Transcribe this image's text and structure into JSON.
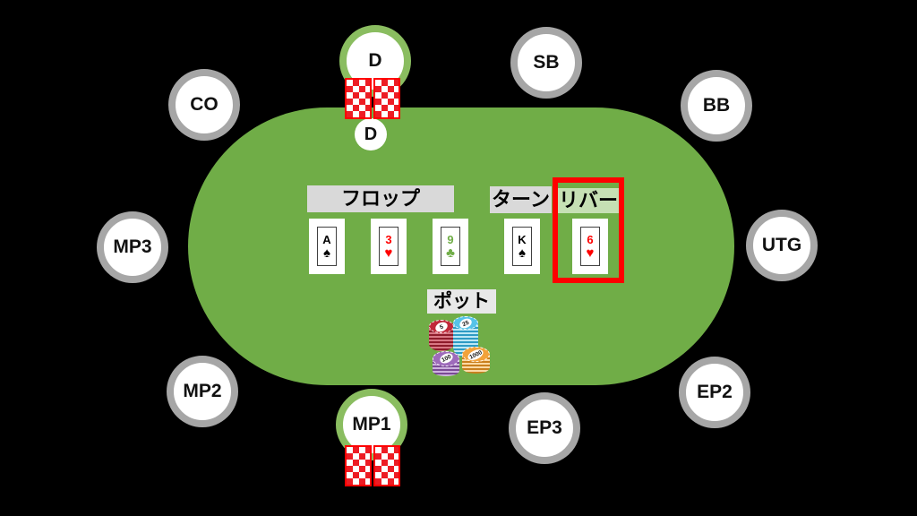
{
  "scene": {
    "background_color": "#000000",
    "table_felt_color": "#70AD47",
    "seat_ring_gray": "#A6A6A6",
    "seat_ring_green": "#8ABD60",
    "highlight_red": "#FF0000"
  },
  "seats": [
    {
      "label": "CO",
      "ring": "gray"
    },
    {
      "label": "D",
      "ring": "green",
      "has_hole_cards": true
    },
    {
      "label": "SB",
      "ring": "gray"
    },
    {
      "label": "BB",
      "ring": "gray"
    },
    {
      "label": "MP3",
      "ring": "gray"
    },
    {
      "label": "UTG",
      "ring": "gray"
    },
    {
      "label": "MP2",
      "ring": "gray"
    },
    {
      "label": "EP2",
      "ring": "gray"
    },
    {
      "label": "MP1",
      "ring": "green",
      "has_hole_cards": true
    },
    {
      "label": "EP3",
      "ring": "gray"
    }
  ],
  "dealer_button": {
    "label": "D"
  },
  "board": {
    "flop": {
      "label": "フロップ",
      "label_bg": "#D9D9D9",
      "cards": [
        {
          "rank": "A",
          "suit": "spade",
          "glyph": "♠",
          "color": "#000000"
        },
        {
          "rank": "3",
          "suit": "heart",
          "glyph": "♥",
          "color": "#FF0000"
        },
        {
          "rank": "9",
          "suit": "club",
          "glyph": "♣",
          "color": "#70AD47"
        }
      ]
    },
    "turn": {
      "label": "ターン",
      "label_bg": "#D9D9D9",
      "cards": [
        {
          "rank": "K",
          "suit": "spade",
          "glyph": "♠",
          "color": "#000000"
        }
      ]
    },
    "river": {
      "label": "リバー",
      "label_bg": "#C6E0B4",
      "highlighted": true,
      "highlight_color": "#FF0000",
      "cards": [
        {
          "rank": "6",
          "suit": "heart",
          "glyph": "♥",
          "color": "#FF0000"
        }
      ]
    }
  },
  "pot": {
    "label": "ポット",
    "chips": [
      {
        "value": "5",
        "color": "#C0293A"
      },
      {
        "value": "25",
        "color": "#55C3E8"
      },
      {
        "value": "100",
        "color": "#9E6BBB"
      },
      {
        "value": "1000",
        "color": "#F2A23B"
      }
    ]
  },
  "hole_cards": {
    "style": "red-diamond-back",
    "per_seat_count": 2,
    "seats_with_cards": [
      "D",
      "MP1"
    ]
  }
}
